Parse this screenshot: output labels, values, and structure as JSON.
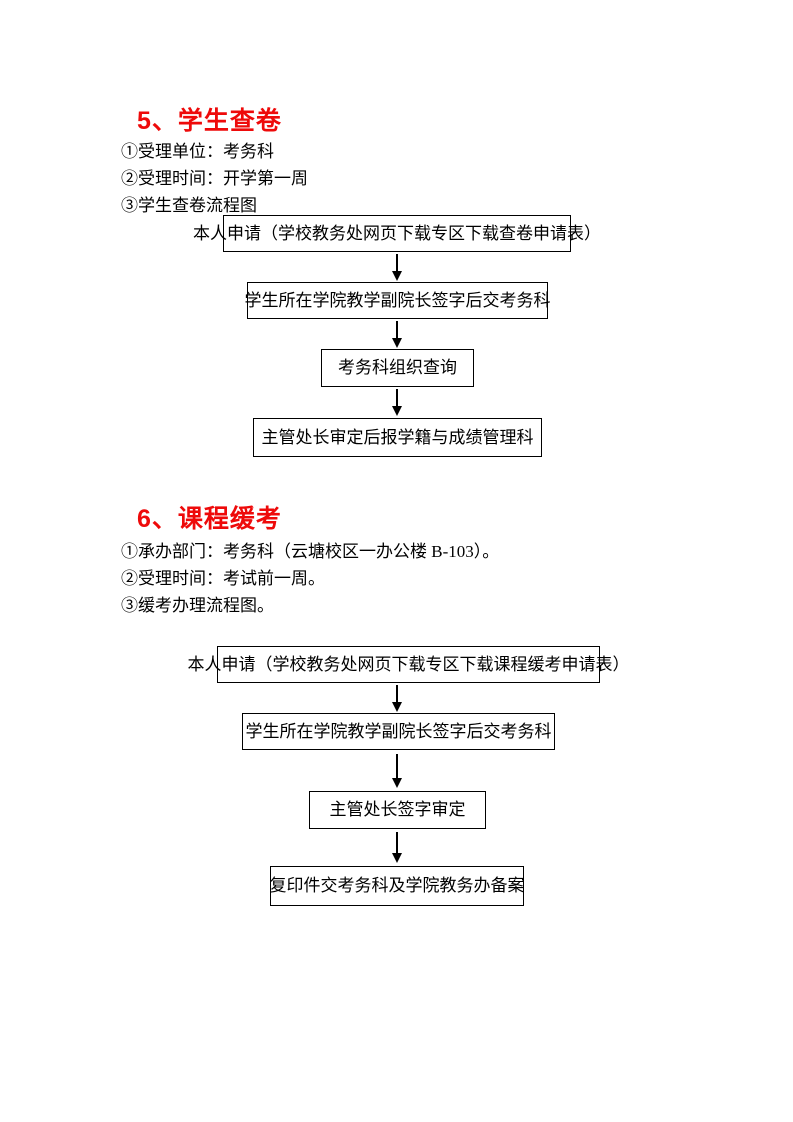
{
  "page": {
    "background": "#ffffff",
    "text_color": "#000000",
    "heading_color": "#ee0a0a",
    "box_border_color": "#000000"
  },
  "icons": {
    "flow_arrow_down": "↓"
  },
  "sections": [
    {
      "heading": "5、学生查卷",
      "lines": [
        "①受理单位：考务科",
        "②受理时间：开学第一周",
        "③学生查卷流程图"
      ],
      "flow": [
        "本人申请（学校教务处网页下载专区下载查卷申请表）",
        "学生所在学院教学副院长签字后交考务科",
        "考务科组织查询",
        "主管处长审定后报学籍与成绩管理科"
      ]
    },
    {
      "heading": "6、课程缓考",
      "lines": [
        "①承办部门：考务科（云塘校区一办公楼 B-103）。",
        "②受理时间：考试前一周。",
        "③缓考办理流程图。"
      ],
      "flow": [
        "本人申请（学校教务处网页下载专区下载课程缓考申请表）",
        "学生所在学院教学副院长签字后交考务科",
        "主管处长签字审定",
        "复印件交考务科及学院教务办备案"
      ]
    }
  ]
}
